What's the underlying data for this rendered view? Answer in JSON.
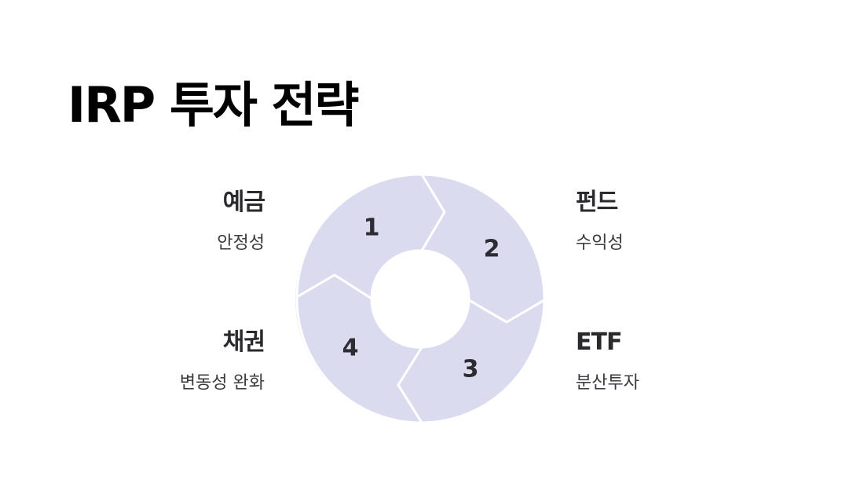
{
  "title": "IRP 투자 전략",
  "colors": {
    "segment_fill": "#DBDBEF",
    "segment_rim": "#C7C7E0",
    "number": "#2C2C33",
    "label_title": "#2A2A2E",
    "label_desc": "#3A3A40"
  },
  "cycle": {
    "segments": [
      {
        "number": "1",
        "title": "예금",
        "desc": "안정성"
      },
      {
        "number": "2",
        "title": "펀드",
        "desc": "수익성"
      },
      {
        "number": "3",
        "title": "ETF",
        "desc": "분산투자"
      },
      {
        "number": "4",
        "title": "채권",
        "desc": "변동성 완화"
      }
    ]
  }
}
